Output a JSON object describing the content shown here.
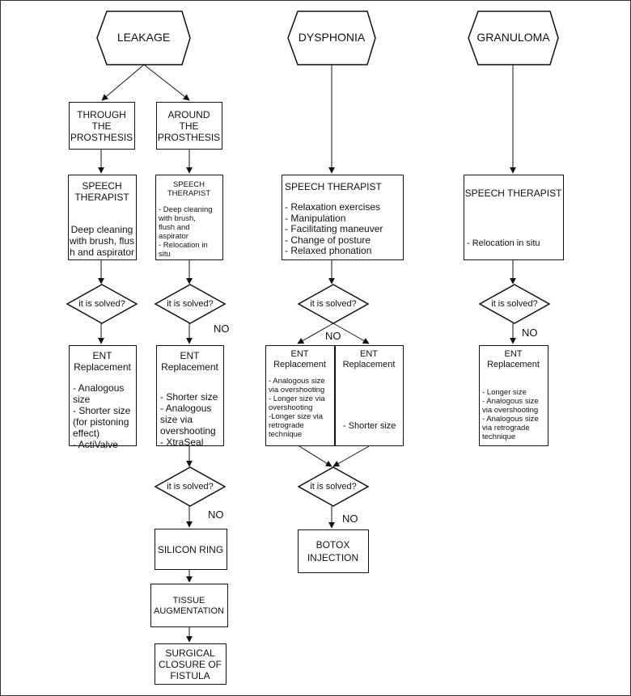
{
  "headers": {
    "leakage": "LEAKAGE",
    "dysphonia": "DYSPHONIA",
    "granuloma": "GRANULOMA"
  },
  "leakage": {
    "through": "THROUGH\nTHE\nPROSTHESIS",
    "around": "AROUND\nTHE\nPROSTHESIS",
    "st_through_title": "SPEECH\nTHERAPIST",
    "st_through_body": "Deep cleaning\nwith brush, flus\nh and aspirator",
    "st_around_title": "SPEECH\nTHERAPIST",
    "st_around_body": "- Deep cleaning\nwith brush,\nflush and\naspirator\n- Relocation in\nsitu",
    "decision_1": "it is solved?",
    "decision_2": "it is solved?",
    "no_2": "NO",
    "ent_through_title": "ENT\nReplacement",
    "ent_through_body": "- Analogous\nsize\n- Shorter size\n(for pistoning\neffect)\n- ActiValve",
    "ent_around_title": "ENT\nReplacement",
    "ent_around_body": "- Shorter size\n- Analogous\nsize via\novershooting\n- XtraSeal",
    "decision_3": "it is solved?",
    "no_3": "NO",
    "silicon_ring": "SILICON RING",
    "tissue_augmentation": "TISSUE\nAUGMENTATION",
    "surgical_closure": "SURGICAL\nCLOSURE OF\nFISTULA"
  },
  "dysphonia": {
    "st_title": "SPEECH THERAPIST",
    "st_body": "- Relaxation exercises\n- Manipulation\n- Facilitating maneuver\n- Change of posture\n- Relaxed phonation",
    "decision_1": "it is solved?",
    "no_1": "NO",
    "ent_left_title": "ENT\nReplacement",
    "ent_left_body": "- Analogous size\nvia overshooting\n- Longer size via\novershooting\n-Longer size via\nretrograde\ntechnique",
    "ent_right_title": "ENT\nReplacement",
    "ent_right_body": "- Shorter size",
    "decision_2": "it is solved?",
    "no_2": "NO",
    "botox": "BOTOX\nINJECTION"
  },
  "granuloma": {
    "st_title": "SPEECH THERAPIST",
    "st_body": "- Relocation in situ",
    "decision_1": "it is solved?",
    "no_1": "NO",
    "ent_title": "ENT\nReplacement",
    "ent_body": "- Longer size\n- Analogous size\nvia overshooting\n- Analogous size\nvia retrograde\ntechnique"
  }
}
